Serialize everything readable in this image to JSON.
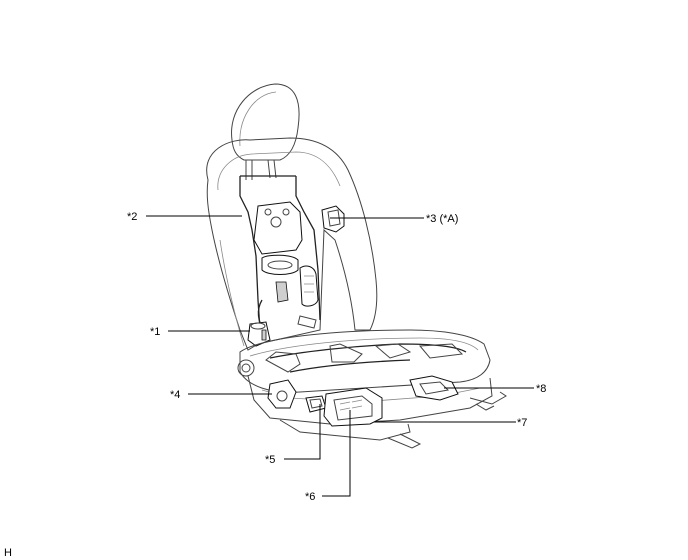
{
  "callouts": {
    "c1": "*1",
    "c2": "*2",
    "c3": "*3 (*A)",
    "c4": "*4",
    "c5": "*5",
    "c6": "*6",
    "c7": "*7",
    "c8": "*8"
  },
  "corner_mark": "H"
}
